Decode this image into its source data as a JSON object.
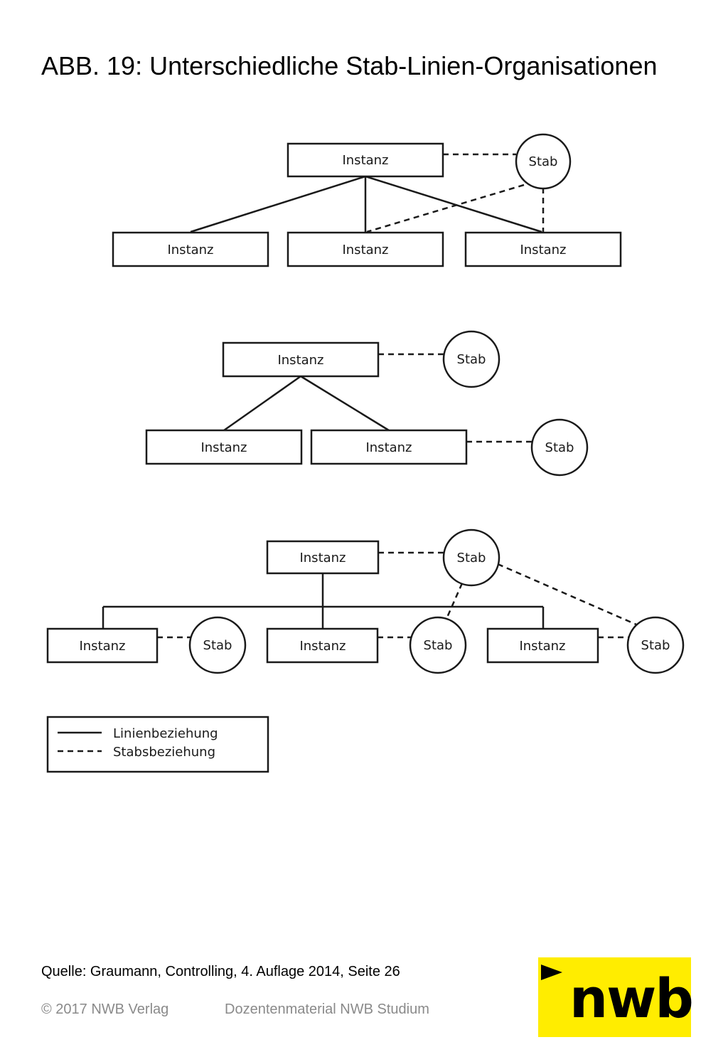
{
  "title": "ABB. 19: Unterschiedliche Stab-Linien-Organisationen",
  "labels": {
    "instanz": "Instanz",
    "stab": "Stab"
  },
  "legend": {
    "line": "Linienbeziehung",
    "staff": "Stabsbeziehung"
  },
  "source": "Quelle: Graumann, Controlling, 4. Auflage 2014, Seite 26",
  "footer": {
    "copyright": "© 2017 NWB Verlag",
    "material": "Dozentenmaterial NWB Studium"
  },
  "logo": {
    "text": "nwb",
    "background": "#ffed00"
  }
}
